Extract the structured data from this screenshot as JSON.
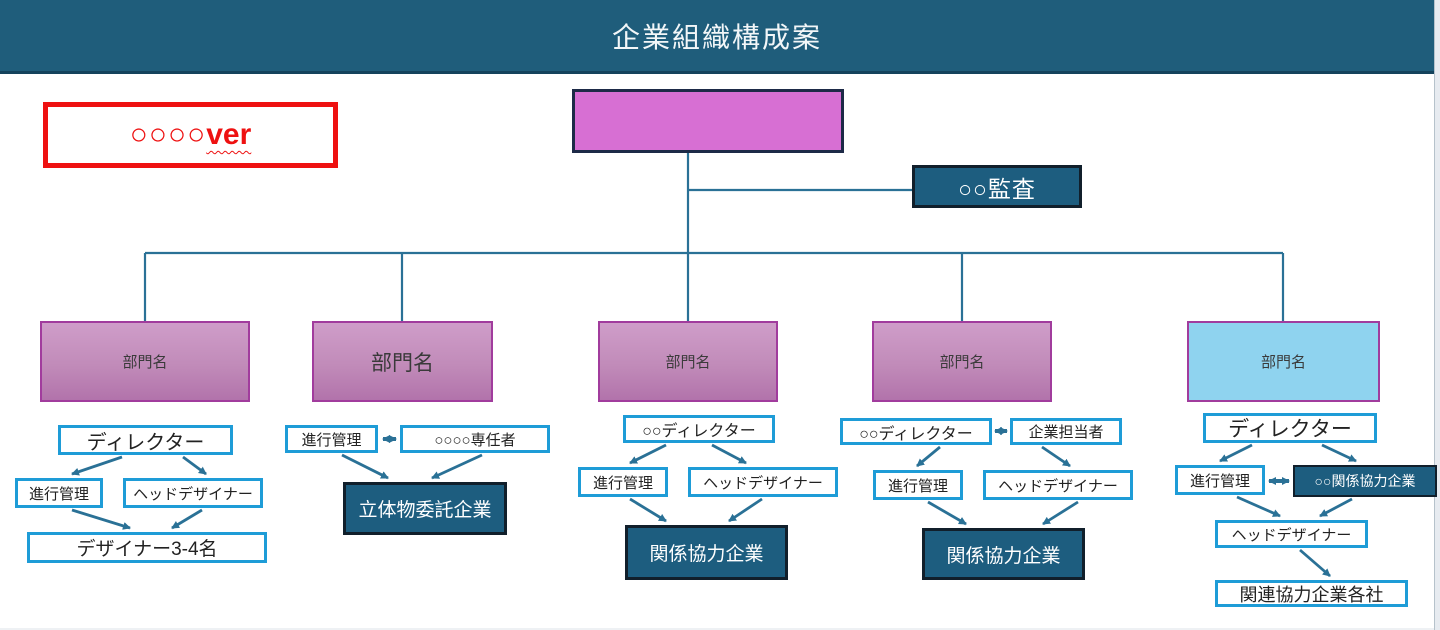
{
  "header": {
    "title": "企業組織構成案"
  },
  "version": {
    "circles": "○○○○",
    "suffix": "ver"
  },
  "ceo": {
    "label": ""
  },
  "audit": {
    "label": "○○監査"
  },
  "departments": [
    {
      "label": "部門名"
    },
    {
      "label": "部門名"
    },
    {
      "label": "部門名"
    },
    {
      "label": "部門名"
    },
    {
      "label": "部門名"
    }
  ],
  "branch1": {
    "director": "ディレクター",
    "manage": "進行管理",
    "head_designer": "ヘッドデザイナー",
    "designers": "デザイナー3-4名"
  },
  "branch2": {
    "manage": "進行管理",
    "specialist": "○○○○専任者",
    "vendor": "立体物委託企業"
  },
  "branch3": {
    "director": "○○ディレクター",
    "manage": "進行管理",
    "head_designer": "ヘッドデザイナー",
    "partner": "関係協力企業"
  },
  "branch4": {
    "director": "○○ディレクター",
    "contact": "企業担当者",
    "manage": "進行管理",
    "head_designer": "ヘッドデザイナー",
    "partner": "関係協力企業"
  },
  "branch5": {
    "director": "ディレクター",
    "manage": "進行管理",
    "partner": "○○関係協力企業",
    "head_designer": "ヘッドデザイナー",
    "partner_companies": "関連協力企業各社"
  },
  "colors": {
    "header_teal": "#1f5d7b",
    "dark_box": "#1d5d7f",
    "ceo_magenta": "#d76fd3",
    "dept_purple_top": "#cf9dc9",
    "dept_purple_bottom": "#b273ab",
    "dept_border": "#a13c9d",
    "dept_light_blue": "#8fd3ef",
    "white_box_border": "#1e9cd7",
    "connector": "#2a7196",
    "alert_red": "#ee1111"
  }
}
